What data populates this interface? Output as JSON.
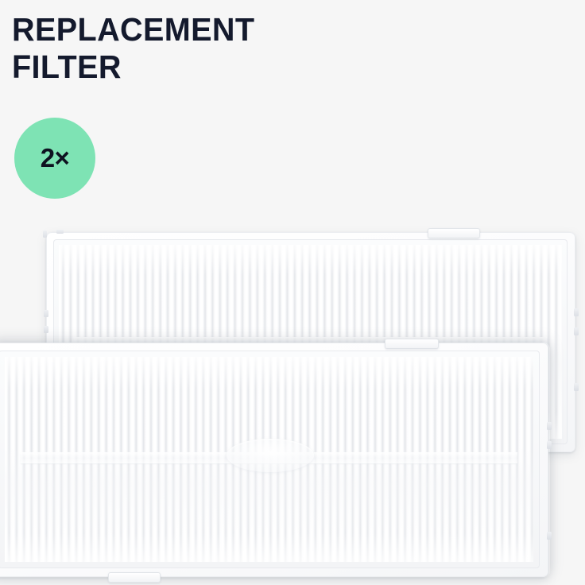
{
  "background_color": "#f6f6f6",
  "headline": {
    "text": "REPLACEMENT\nFILTER",
    "line_1": "REPLACEMENT",
    "line_2": "FILTER",
    "color": "#141a2d"
  },
  "quantity_badge": {
    "label": "2×",
    "count": 2,
    "circle_color": "#7ee3b4",
    "text_color": "#0e1220"
  },
  "product": {
    "name": "Replacement Filter",
    "type": "pleated HEPA vacuum filter",
    "count_shown": 2,
    "frame_color": "#ffffff",
    "media_color": "#fdfdfd"
  },
  "filters": [
    {
      "id": "filter-back",
      "position": "back-upper",
      "pleat_count": 62,
      "top_tab": true,
      "bottom_tab": false,
      "center_emblem": false
    },
    {
      "id": "filter-front",
      "position": "front-lower",
      "pleat_count": 66,
      "top_tab": true,
      "bottom_tab": true,
      "center_emblem": true
    }
  ]
}
